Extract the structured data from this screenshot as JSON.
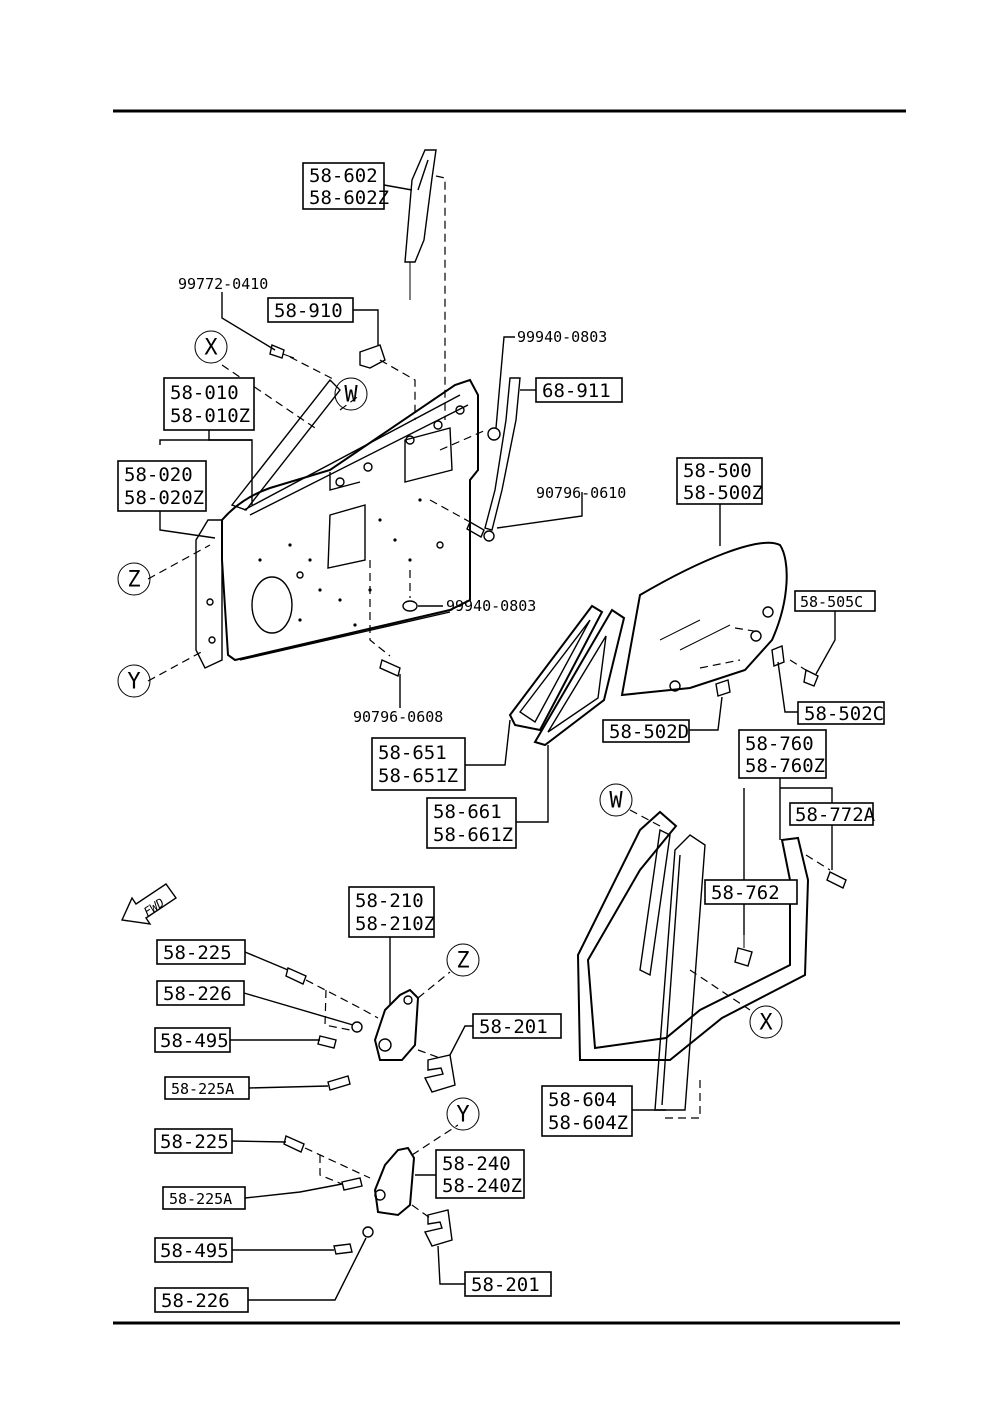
{
  "labels": {
    "l_58_602": [
      "58-602",
      "58-602Z"
    ],
    "l_58_910": "58-910",
    "l_58_010": [
      "58-010",
      "58-010Z"
    ],
    "l_58_020": [
      "58-020",
      "58-020Z"
    ],
    "l_68_911": "68-911",
    "l_58_500": [
      "58-500",
      "58-500Z"
    ],
    "l_58_505c": "58-505C",
    "l_58_502c": "58-502C",
    "l_58_502d": "58-502D",
    "l_58_651": [
      "58-651",
      "58-651Z"
    ],
    "l_58_661": [
      "58-661",
      "58-661Z"
    ],
    "l_58_760": [
      "58-760",
      "58-760Z"
    ],
    "l_58_772a": "58-772A",
    "l_58_762": "58-762",
    "l_58_604": [
      "58-604",
      "58-604Z"
    ],
    "l_58_210": [
      "58-210",
      "58-210Z"
    ],
    "l_58_225_upper": "58-225",
    "l_58_226_upper": "58-226",
    "l_58_495_upper": "58-495",
    "l_58_225a_upper": "58-225A",
    "l_58_201_upper": "58-201",
    "l_58_225_lower": "58-225",
    "l_58_225a_lower": "58-225A",
    "l_58_240": [
      "58-240",
      "58-240Z"
    ],
    "l_58_495_lower": "58-495",
    "l_58_226_lower": "58-226",
    "l_58_201_lower": "58-201"
  },
  "plain_labels": {
    "p_99772_0410": "99772-0410",
    "p_99940_0803_a": "99940-0803",
    "p_90796_0610": "90796-0610",
    "p_99940_0803_b": "99940-0803",
    "p_90796_0608": "90796-0608"
  },
  "reference_markers": {
    "x_top": "X",
    "w_top": "W",
    "z_left": "Z",
    "y_left": "Y",
    "w_right": "W",
    "x_right": "X",
    "z_hinge": "Z",
    "y_hinge": "Y"
  },
  "fwd_arrow": "FWD"
}
